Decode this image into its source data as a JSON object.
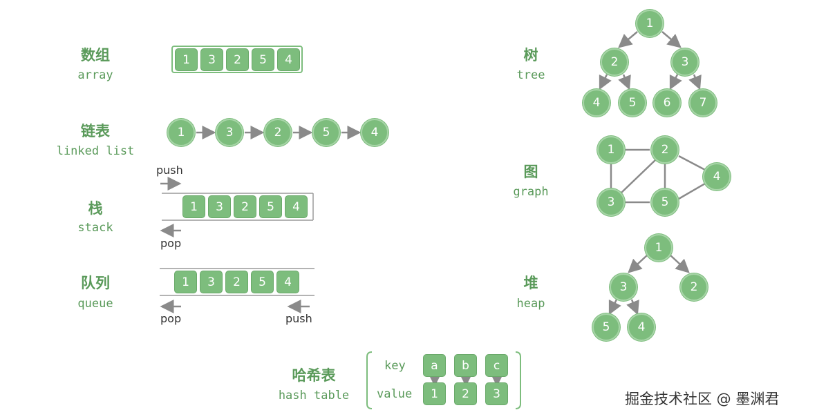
{
  "sections": {
    "array": {
      "zh": "数组",
      "en": "array",
      "values": [
        "1",
        "3",
        "2",
        "5",
        "4"
      ]
    },
    "linked": {
      "zh": "链表",
      "en": "linked list",
      "values": [
        "1",
        "3",
        "2",
        "5",
        "4"
      ]
    },
    "stack": {
      "zh": "栈",
      "en": "stack",
      "values": [
        "1",
        "3",
        "2",
        "5",
        "4"
      ],
      "push": "push",
      "pop": "pop"
    },
    "queue": {
      "zh": "队列",
      "en": "queue",
      "values": [
        "1",
        "3",
        "2",
        "5",
        "4"
      ],
      "pop": "pop",
      "push": "push"
    },
    "tree": {
      "zh": "树",
      "en": "tree",
      "nodes": [
        "1",
        "2",
        "3",
        "4",
        "5",
        "6",
        "7"
      ]
    },
    "graph": {
      "zh": "图",
      "en": "graph",
      "nodes": [
        "1",
        "2",
        "3",
        "4",
        "5"
      ]
    },
    "heap": {
      "zh": "堆",
      "en": "heap",
      "nodes": [
        "1",
        "3",
        "2",
        "5",
        "4"
      ]
    },
    "hash": {
      "zh": "哈希表",
      "en": "hash table",
      "key_label": "key",
      "value_label": "value",
      "keys": [
        "a",
        "b",
        "c"
      ],
      "values": [
        "1",
        "2",
        "3"
      ]
    }
  },
  "watermark": "掘金技术社区 @ 墨渊君",
  "colors": {
    "accent": "#7dbd7d",
    "text_green": "#5a9a5a",
    "edge": "#8a8a8a"
  }
}
